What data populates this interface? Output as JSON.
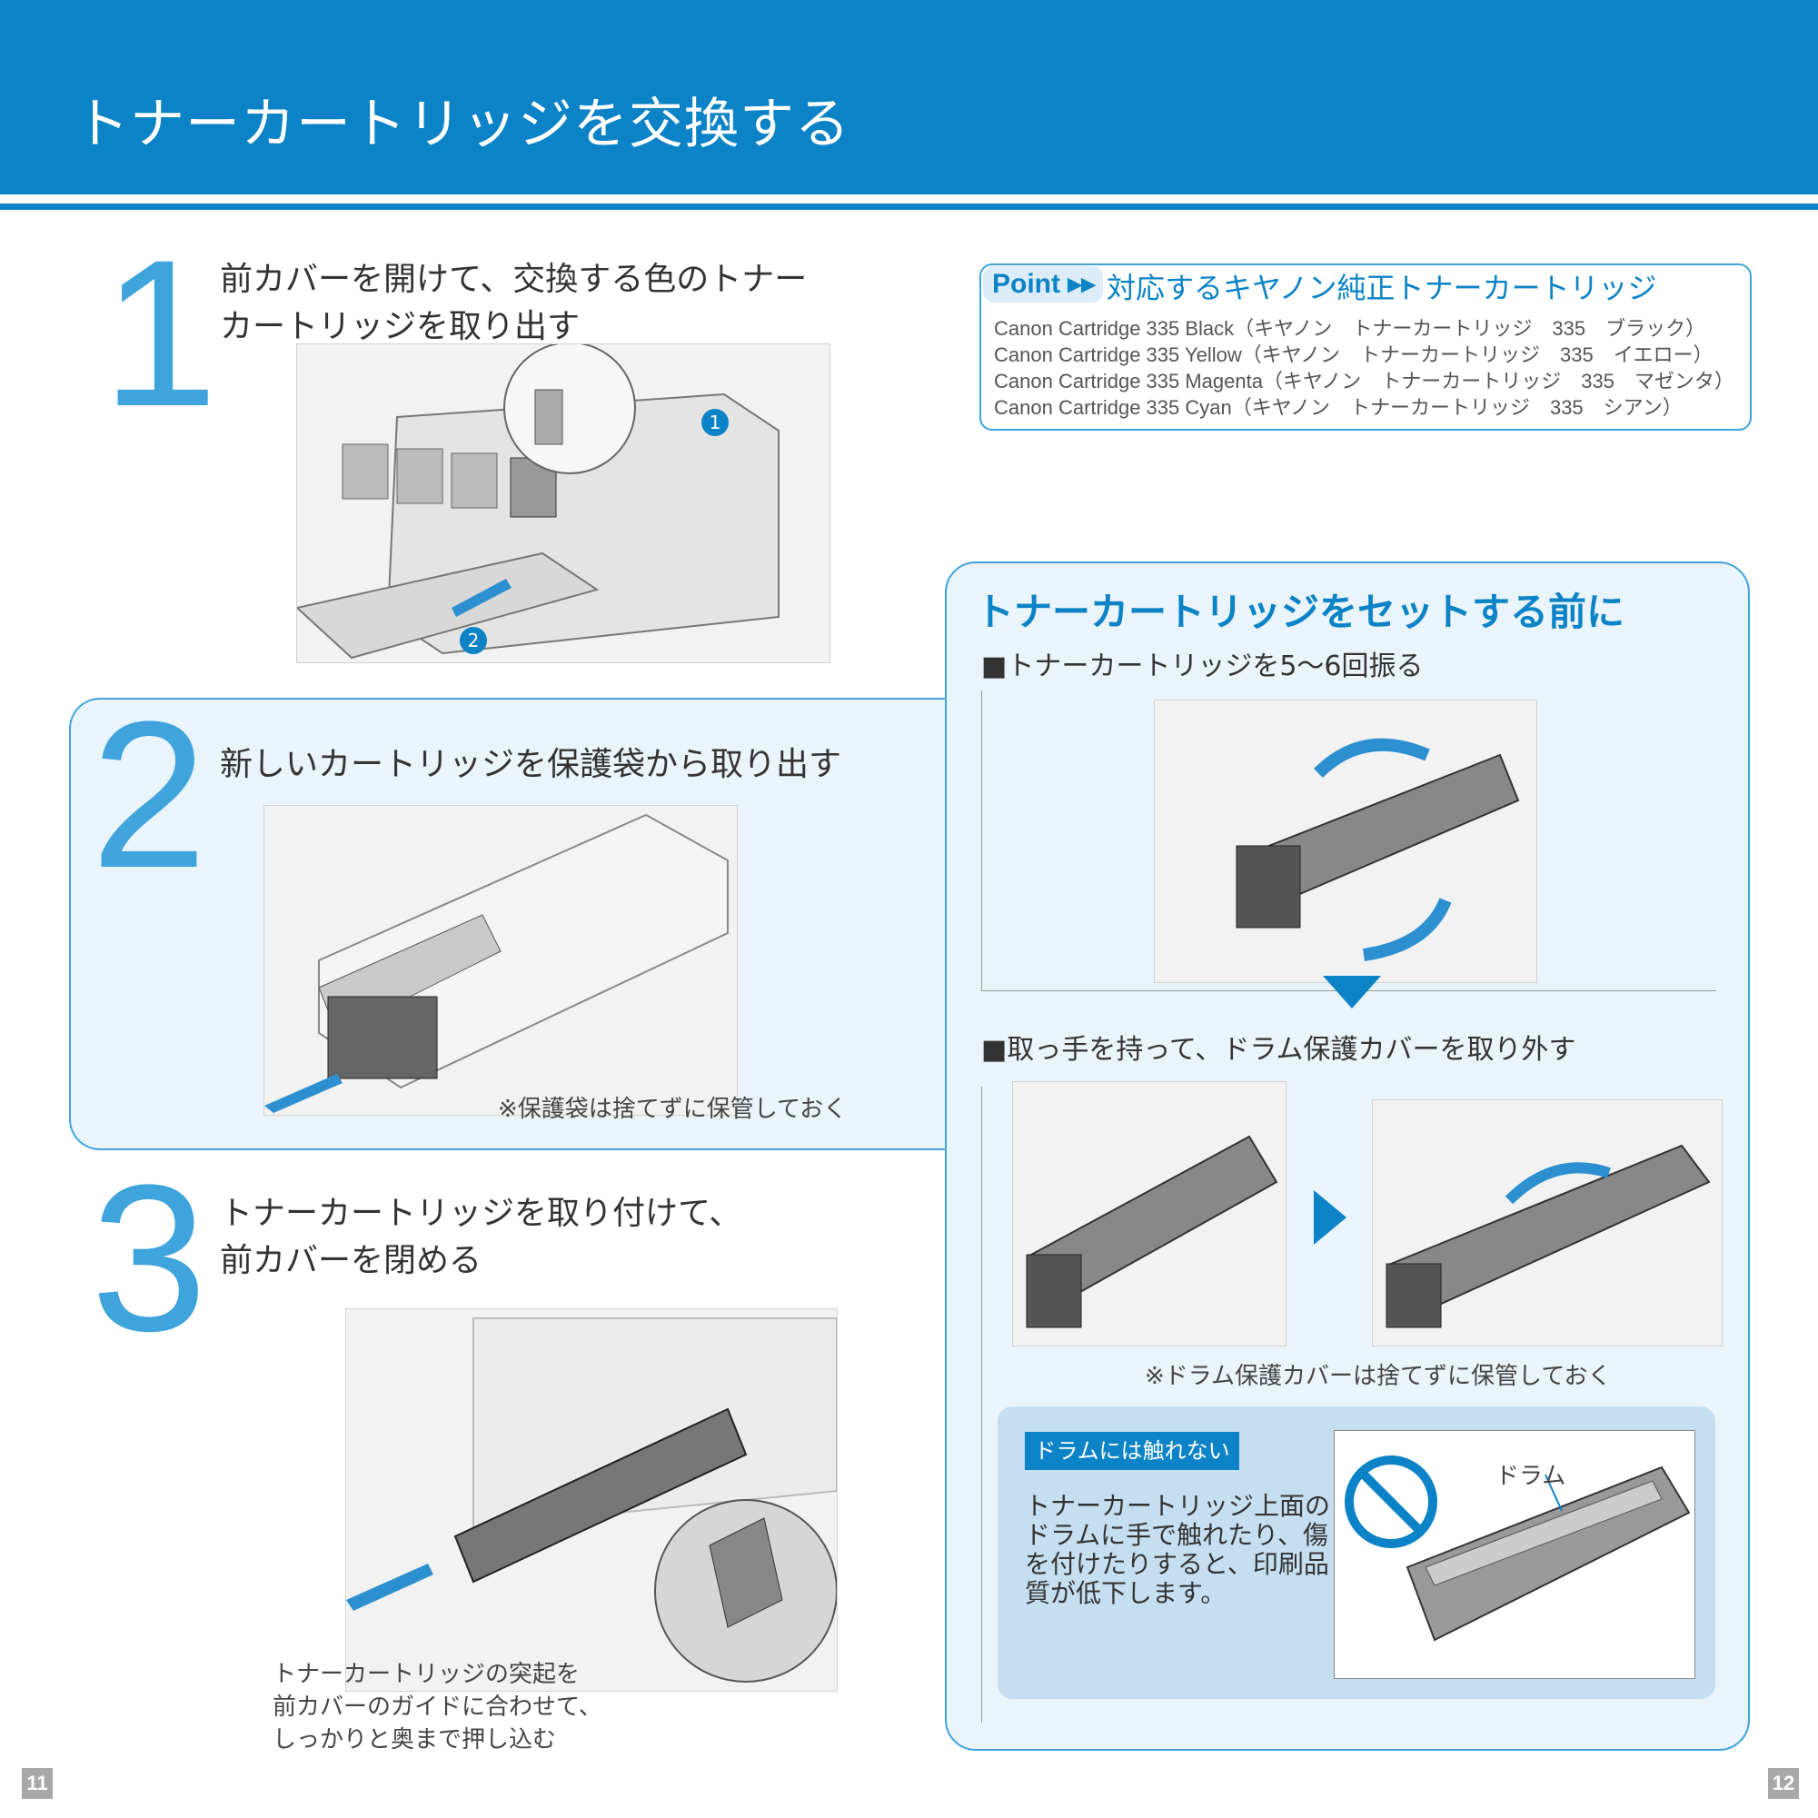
{
  "page_title": "トナーカートリッジを交換する",
  "steps": [
    {
      "number": "1",
      "title_lines": [
        "前カバーを開けて、交換する色のトナー",
        "カートリッジを取り出す"
      ],
      "callouts": [
        "1",
        "2"
      ]
    },
    {
      "number": "2",
      "title_lines": [
        "新しいカートリッジを保護袋から取り出す"
      ],
      "caption": "※保護袋は捨てずに保管しておく"
    },
    {
      "number": "3",
      "title_lines": [
        "トナーカートリッジを取り付けて、",
        "前カバーを閉める"
      ],
      "caption_lines": [
        "トナーカートリッジの突起を",
        "前カバーのガイドに合わせて、",
        "しっかりと奥まで押し込む"
      ]
    }
  ],
  "point": {
    "badge": "Point ▸▸",
    "title": "対応するキヤノン純正トナーカートリッジ",
    "items": [
      "Canon Cartridge 335 Black（キヤノン　トナーカートリッジ　335　ブラック）",
      "Canon Cartridge 335 Yellow（キヤノン　トナーカートリッジ　335　イエロー）",
      "Canon Cartridge 335 Magenta（キヤノン　トナーカートリッジ　335　マゼンタ）",
      "Canon Cartridge 335 Cyan（キヤノン　トナーカートリッジ　335　シアン）"
    ]
  },
  "before": {
    "title": "トナーカートリッジをセットする前に",
    "shake_heading": "■トナーカートリッジを5～6回振る",
    "cover_heading": "■取っ手を持って、ドラム保護カバーを取り外す",
    "cover_caption": "※ドラム保護カバーは捨てずに保管しておく",
    "warning": {
      "label": "ドラムには触れない",
      "lines": [
        "トナーカートリッジ上面の",
        "ドラムに手で触れたり、傷",
        "を付けたりすると、印刷品",
        "質が低下します。"
      ],
      "drum_label": "ドラム"
    }
  },
  "page_numbers": {
    "left": "11",
    "right": "12"
  },
  "colors": {
    "brand_blue": "#0b83c6",
    "accent_blue": "#3fa3dc",
    "panel_bg": "#eaf4fb",
    "warning_bg": "#c5dff1"
  }
}
